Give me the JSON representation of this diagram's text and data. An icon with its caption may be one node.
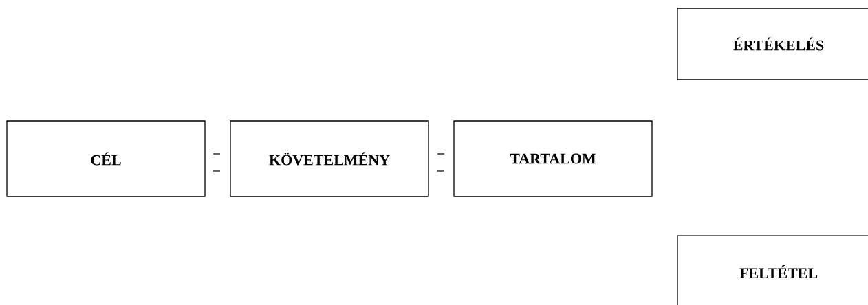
{
  "diagram": {
    "nodes": [
      {
        "text": [
          "ÉRTÉKELÉS"
        ]
      },
      {
        "text": [
          "CÉL"
        ]
      },
      {
        "text": [
          "KÖVETELMÉNY"
        ]
      },
      {
        "text": [
          "TARTALOM"
        ]
      },
      {
        "text": [
          "FELTÉTEL"
        ]
      }
    ]
  }
}
